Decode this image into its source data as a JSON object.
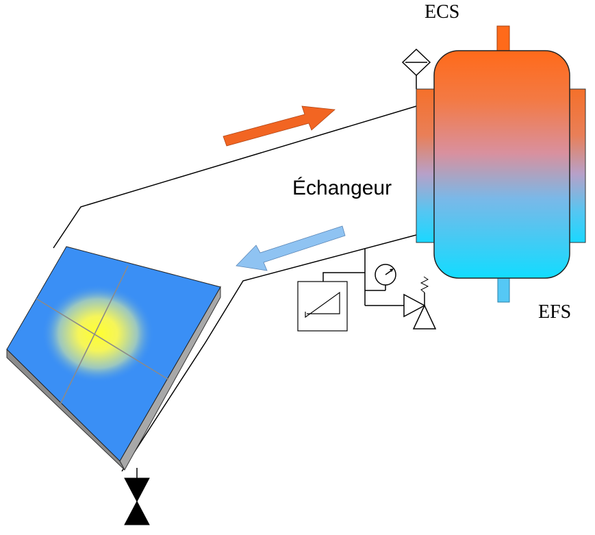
{
  "labels": {
    "hot_water": "ECS",
    "cold_water": "EFS",
    "exchanger": "Échangeur"
  },
  "colors": {
    "hot": "#f26522",
    "hot_top": "#ff6a1a",
    "cold": "#1ad8ff",
    "cold_arrow": "#8fc3f2",
    "panel": "#3a8ff5",
    "sun": "#ffff33",
    "panel_edge": "#a8a8a8",
    "pipe": "#000000"
  },
  "components": [
    "solar-collector",
    "hot-water-tank",
    "heat-exchanger-jacket",
    "expansion-vessel",
    "pressure-gauge",
    "safety-valve",
    "air-vent",
    "drain-valve"
  ]
}
